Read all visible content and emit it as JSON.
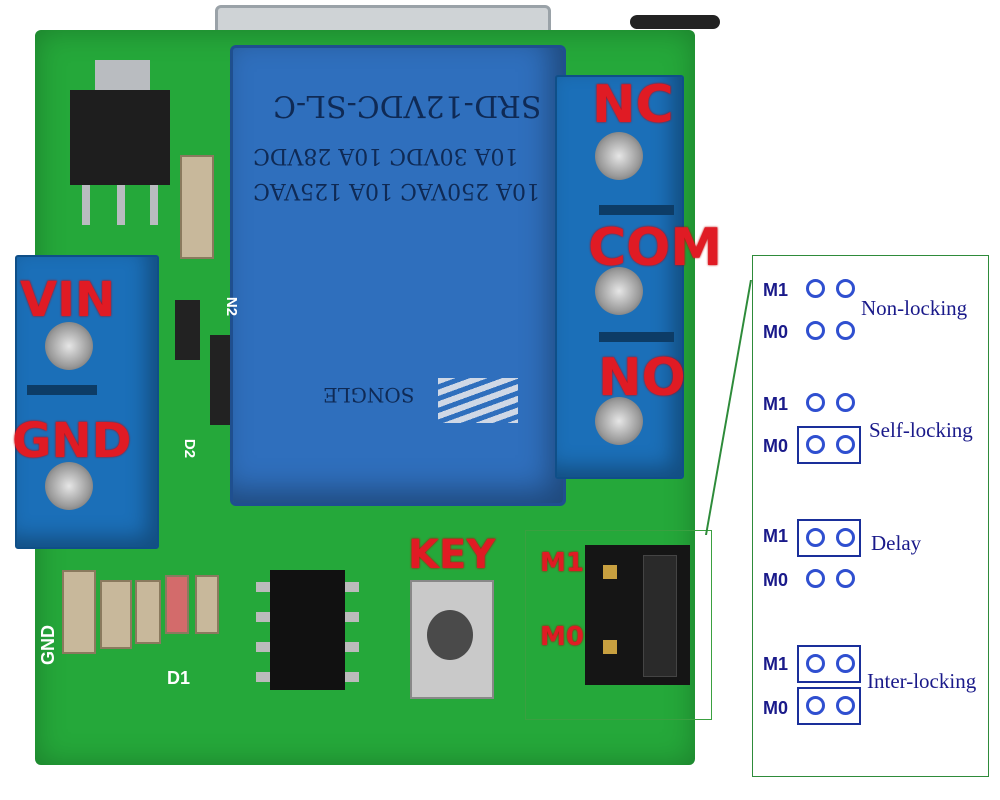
{
  "photo": {
    "terminal_labels": {
      "vin": "VIN",
      "gnd": "GND",
      "nc": "NC",
      "com": "COM",
      "no": "NO",
      "key": "KEY",
      "m1": "M1",
      "m0": "M0"
    },
    "relay_markings": [
      "SRD-12VDC-SL-C",
      "10A 250VAC  10A 125VAC",
      "10A 30VDC  10A 28VDC",
      "SONGLE"
    ],
    "board_silkscreen": {
      "gnd_small": "GND",
      "d1": "D1",
      "d2": "D2",
      "n2": "N2"
    }
  },
  "legend": {
    "rows": [
      {
        "mode": "Non-locking",
        "m1": "M1",
        "m0": "M0"
      },
      {
        "mode": "Self-locking",
        "m1": "M1",
        "m0": "M0"
      },
      {
        "mode": "Delay",
        "m1": "M1",
        "m0": "M0"
      },
      {
        "mode": "Inter-locking",
        "m1": "M1",
        "m0": "M0"
      }
    ]
  },
  "colors": {
    "pcb": "#25a83a",
    "relay": "#2f6fbd",
    "label_red": "#e01b24",
    "legend_blue": "#1a1a8a"
  }
}
